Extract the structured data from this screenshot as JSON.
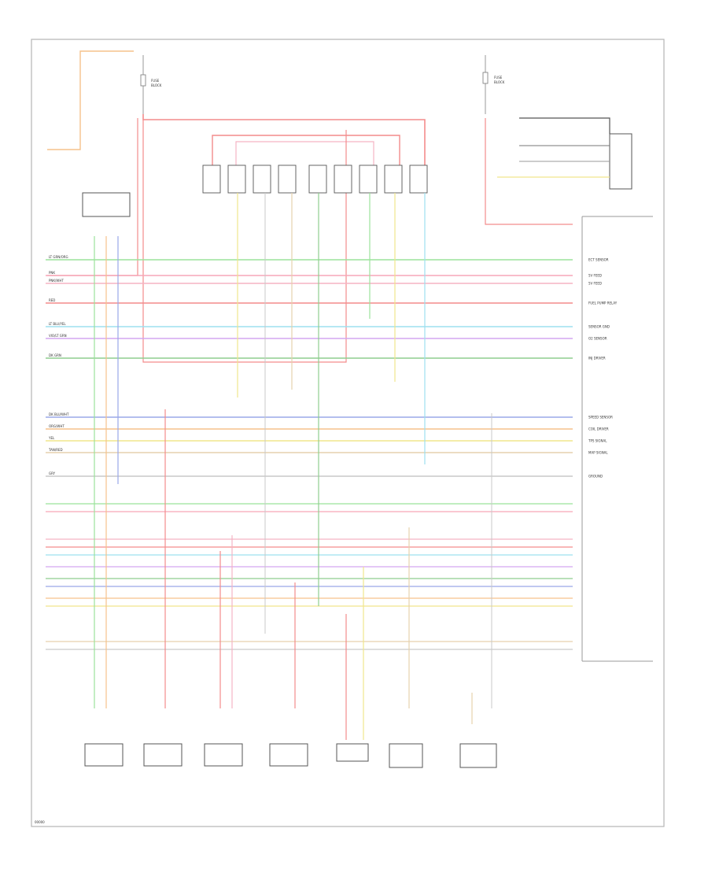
{
  "diagram": {
    "wires": [
      {
        "name": "lt-green",
        "color": "#9be39b",
        "left_label": "LT GRN/ORG",
        "right_label": "ECT SENSOR"
      },
      {
        "name": "pink",
        "color": "#f7a6b8",
        "left_label": "PNK",
        "right_label": "5V FEED"
      },
      {
        "name": "pink-white",
        "color": "#f5b3c4",
        "left_label": "PNK/WHT",
        "right_label": "5V FEED"
      },
      {
        "name": "red",
        "color": "#f38c8c",
        "left_label": "RED",
        "right_label": "FUEL PUMP RELAY"
      },
      {
        "name": "lt-blue",
        "color": "#9ee0ef",
        "left_label": "LT BLU/YEL",
        "right_label": "SENSOR GND"
      },
      {
        "name": "violet",
        "color": "#d3a6f0",
        "left_label": "VIO/LT GRN",
        "right_label": "O2 SENSOR"
      },
      {
        "name": "dk-green",
        "color": "#8fce8f",
        "left_label": "DK GRN",
        "right_label": "INJ DRIVER"
      },
      {
        "name": "dk-blue",
        "color": "#9aa8e8",
        "left_label": "DK BLU/WHT",
        "right_label": "SPEED SENSOR"
      },
      {
        "name": "orange",
        "color": "#f6c28c",
        "left_label": "ORG/WHT",
        "right_label": "COIL DRIVER"
      },
      {
        "name": "yellow",
        "color": "#f1e58c",
        "left_label": "YEL",
        "right_label": "TPS SIGNAL"
      },
      {
        "name": "tan",
        "color": "#e6d1ad",
        "left_label": "TAN/RED",
        "right_label": "MAP SIGNAL"
      },
      {
        "name": "gray",
        "color": "#c9c9c9",
        "left_label": "GRY",
        "right_label": "GROUND"
      }
    ],
    "footer_mark": "00000"
  }
}
